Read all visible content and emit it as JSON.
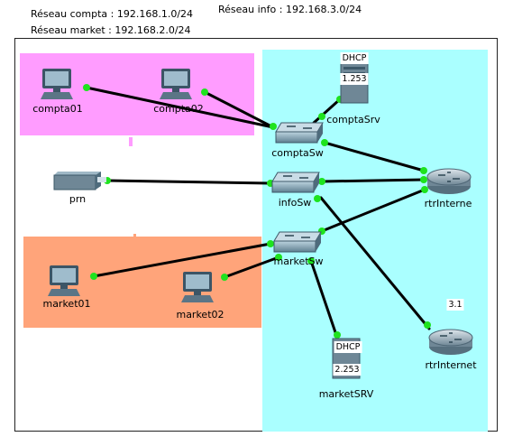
{
  "header": {
    "subnet_compta": "Réseau compta : 192.168.1.0/24",
    "subnet_market": "Réseau market : 192.168.2.0/24",
    "subnet_info": "Réseau info : 192.168.3.0/24"
  },
  "colors": {
    "zone_info": "#aaffff",
    "zone_compta": "#ff9cff",
    "zone_market": "#ffa47a",
    "link": "#000000",
    "link_up": "#1ee31e"
  },
  "devices": {
    "compta01": {
      "label": "compta01",
      "icon": "pc-icon"
    },
    "compta02": {
      "label": "compta02",
      "icon": "pc-icon"
    },
    "comptaSw": {
      "label": "comptaSw",
      "icon": "switch-icon"
    },
    "comptaSrv": {
      "label": "comptaSrv",
      "icon": "server-icon",
      "service": "DHCP",
      "addr": "1.253"
    },
    "prn": {
      "label": "prn",
      "icon": "printer-icon"
    },
    "infoSw": {
      "label": "infoSw",
      "icon": "switch-icon"
    },
    "rtrInterne": {
      "label": "rtrInterne",
      "icon": "router-icon"
    },
    "marketSw": {
      "label": "marketSw",
      "icon": "switch-icon"
    },
    "market01": {
      "label": "market01",
      "icon": "pc-icon"
    },
    "market02": {
      "label": "market02",
      "icon": "pc-icon"
    },
    "marketSRV": {
      "label": "marketSRV",
      "icon": "server-icon",
      "service": "DHCP",
      "addr": "2.253"
    },
    "rtrInternet": {
      "label": "rtrInternet",
      "icon": "router-icon",
      "addr": "3.1"
    }
  },
  "links": [
    [
      "compta01",
      "comptaSw"
    ],
    [
      "compta02",
      "comptaSw"
    ],
    [
      "comptaSrv",
      "comptaSw"
    ],
    [
      "comptaSw",
      "rtrInterne"
    ],
    [
      "prn",
      "infoSw"
    ],
    [
      "infoSw",
      "rtrInterne"
    ],
    [
      "marketSw",
      "rtrInterne"
    ],
    [
      "infoSw",
      "rtrInternet"
    ],
    [
      "market01",
      "marketSw"
    ],
    [
      "market02",
      "marketSw"
    ],
    [
      "marketSw",
      "marketSRV"
    ]
  ]
}
